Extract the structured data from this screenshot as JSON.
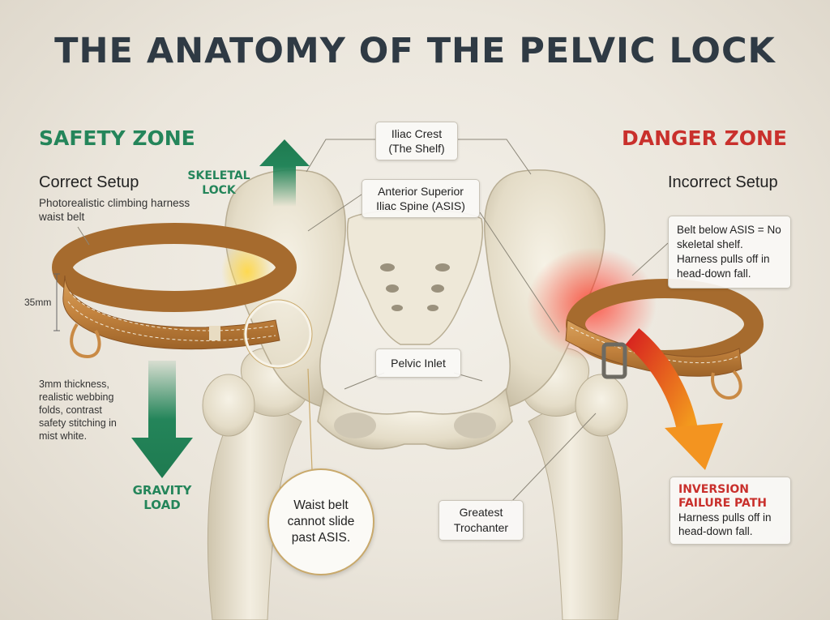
{
  "title": "THE ANATOMY OF THE PELVIC LOCK",
  "safety": {
    "zone_title": "SAFETY ZONE",
    "setup_title": "Correct Setup",
    "belt_desc": "Photorealistic climbing harness waist belt",
    "dimension": "35mm",
    "thickness_desc": "3mm thickness, realistic webbing folds, contrast safety stitching in mist white.",
    "skeletal_lock": "SKELETAL LOCK",
    "gravity_load": "GRAVITY LOAD"
  },
  "danger": {
    "zone_title": "DANGER ZONE",
    "setup_title": "Incorrect Setup",
    "belt_desc": "Belt below ASIS = No skeletal shelf. Harness pulls off in head-down fall.",
    "failure_title": "INVERSION FAILURE PATH",
    "failure_desc": "Harness pulls off in head-down fall."
  },
  "labels": {
    "iliac_crest": "Iliac Crest (The Shelf)",
    "asis": "Anterior Superior Iliac Spine (ASIS)",
    "pelvic_inlet": "Pelvic Inlet",
    "trochanter": "Greatest Trochanter",
    "waist_belt": "Waist belt cannot slide past ASIS."
  },
  "colors": {
    "title": "#2f3a44",
    "safety_green": "#24855a",
    "danger_red": "#c9302c",
    "bone": "#e8e2d2",
    "belt": "#c98a45",
    "arrow_orange": "#f07a1a"
  }
}
